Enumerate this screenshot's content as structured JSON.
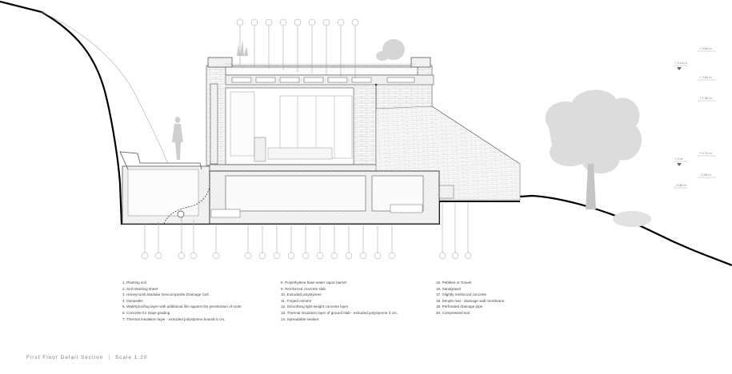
{
  "legend": {
    "col1": [
      "1. Planting soil",
      "2. Soil retaining sheet",
      "3. Honeycomb Modular Geocomposite Drainage Cell",
      "4. Geotextile",
      "5. Waterproofing layer with additional film against the penetration of roots",
      "6. Concrete for slope grading",
      "7. Thermal insulation layer - extruded polystyrene boards 5 cm."
    ],
    "col2": [
      "8. Polyethylene base water vapor barrier",
      "9. Reinforced concrete slab",
      "10. Extruded polystyrene",
      "11. Forged cement",
      "12. Smoothing light-weight concrete layer",
      "13. Thermal insulation layer of ground slab - extruded polystyrene 3 cm.",
      "14. Spreadable sealant"
    ],
    "col3": [
      "15. Pebbles or Gravel",
      "16. Sandgravel",
      "17. Slightly reinforced concrete",
      "18. Dimple mat - drainage wall membrane",
      "19. Perforated drainage pipe",
      "20. Compressed soil"
    ]
  },
  "caption": {
    "title": "First Floor Detail Section",
    "separator": "|",
    "scale": "Scale 1:20"
  },
  "levels": [
    {
      "text": "+ 3.64 m",
      "style": "arrow"
    },
    {
      "text": "+ 3.14 m",
      "style": "arrow"
    },
    {
      "text": "+ 2.64 m",
      "style": "line"
    },
    {
      "text": "+ 1.90 m",
      "style": "line"
    },
    {
      "text": "+ 0.74 m",
      "style": "line"
    },
    {
      "text": "+ 0 m",
      "style": "arrow"
    },
    {
      "text": "- 0.35 m",
      "style": "line"
    },
    {
      "text": "- 0.38 m",
      "style": "line"
    }
  ],
  "colors": {
    "line": "#000000",
    "hatch": "#bcbcbc",
    "fill": "#f2f2f2",
    "tree": "#dcdcdc"
  }
}
